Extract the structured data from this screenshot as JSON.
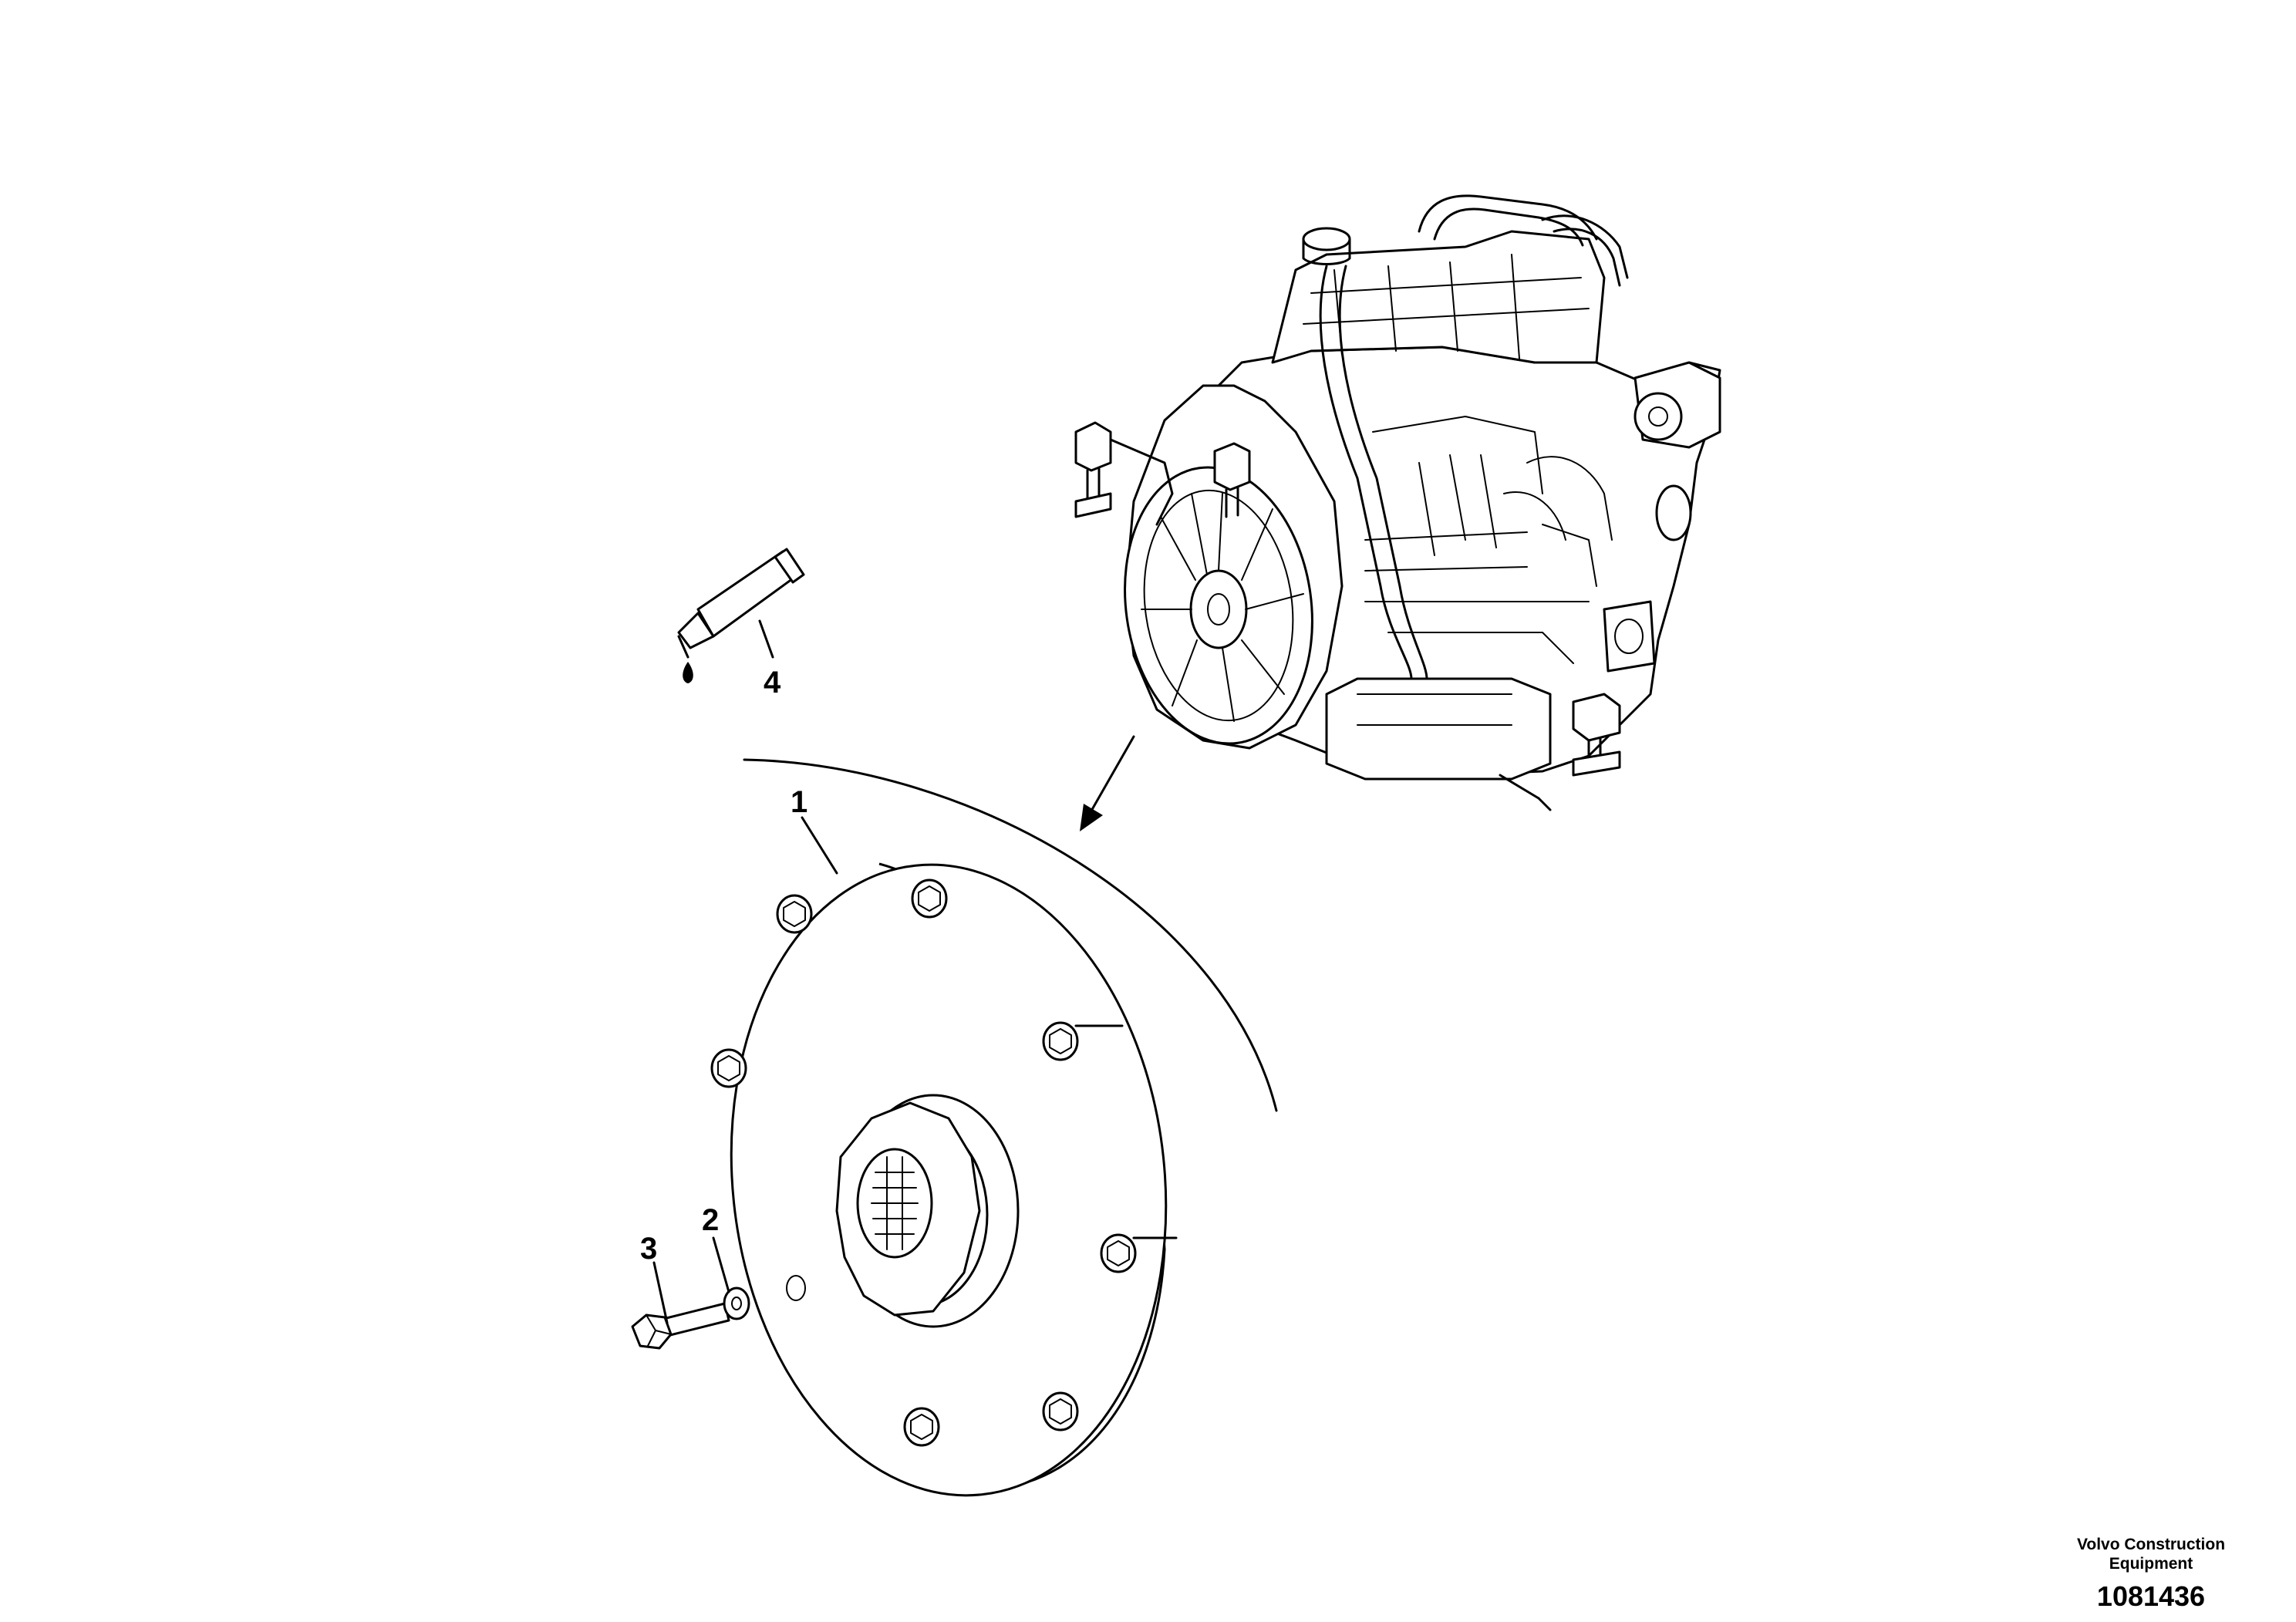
{
  "callouts": [
    {
      "number": "1",
      "part": "flexplate"
    },
    {
      "number": "2",
      "part": "washer"
    },
    {
      "number": "3",
      "part": "bolt"
    },
    {
      "number": "4",
      "part": "sealant-tube-icon"
    }
  ],
  "footer": {
    "company_line1": "Volvo Construction",
    "company_line2": "Equipment",
    "drawing_number": "1081436"
  },
  "colors": {
    "line": "#000000",
    "background": "#ffffff"
  }
}
